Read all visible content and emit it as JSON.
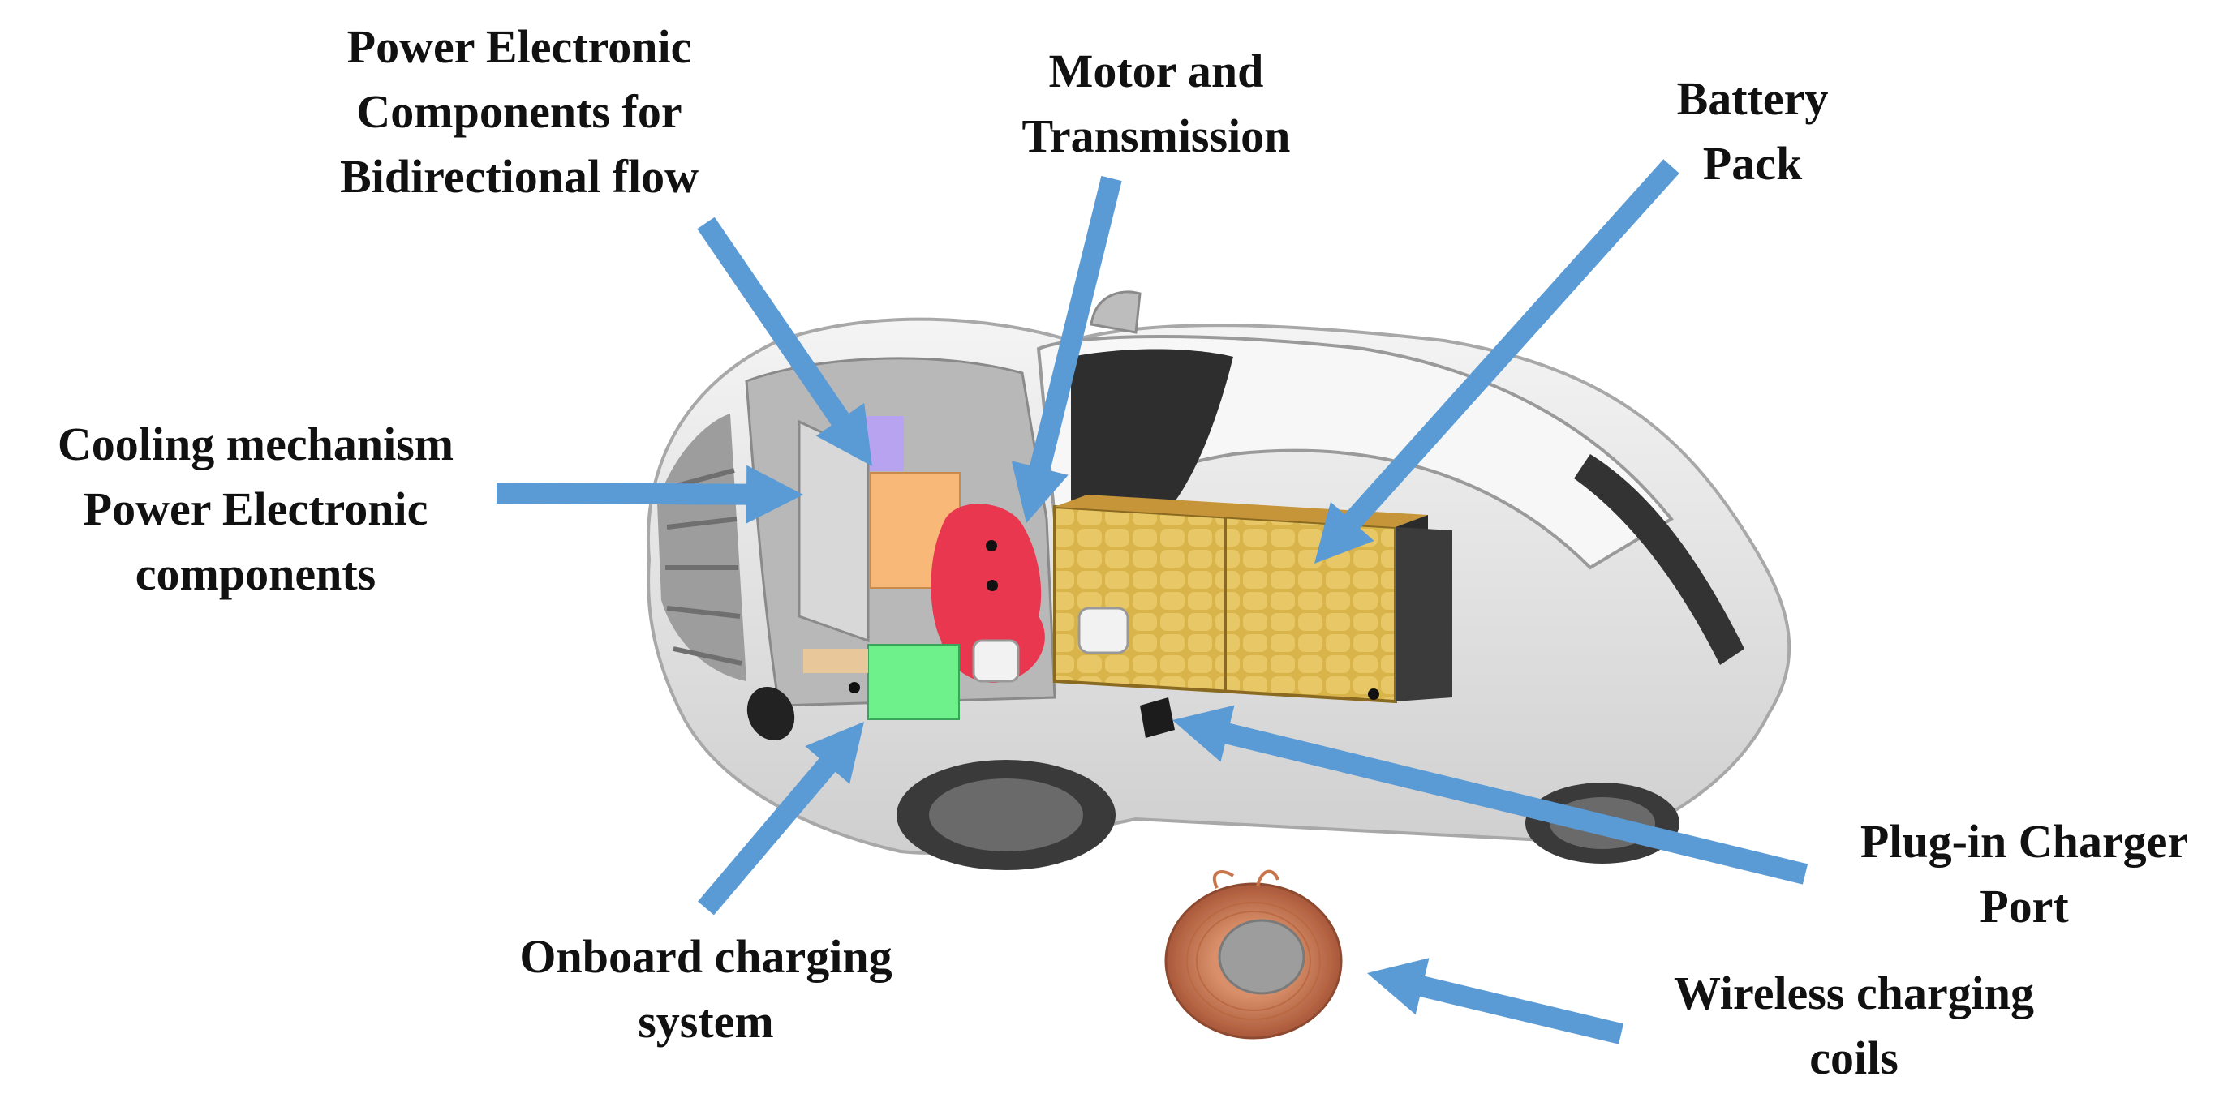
{
  "labels": {
    "power_electronics": [
      "Power Electronic",
      "Components for",
      "Bidirectional flow"
    ],
    "motor": [
      "Motor and",
      "Transmission"
    ],
    "battery": [
      "Battery",
      "Pack"
    ],
    "cooling": [
      "Cooling mechanism",
      "Power Electronic",
      "components"
    ],
    "onboard": [
      "Onboard charging",
      "system"
    ],
    "plug_in": [
      "Plug-in Charger",
      "Port"
    ],
    "wireless": [
      "Wireless charging",
      "coils"
    ]
  },
  "colors": {
    "arrow": "#5b9bd5",
    "car_body": "#e6e6e6",
    "battery_cells": "#d9b44a",
    "power_electronics_block": "#b7a3f0",
    "cooling_block": "#f8b878",
    "motor_block": "#e8374e",
    "onboard_charger_block": "#6ef08a",
    "coil": "#c8754c"
  }
}
